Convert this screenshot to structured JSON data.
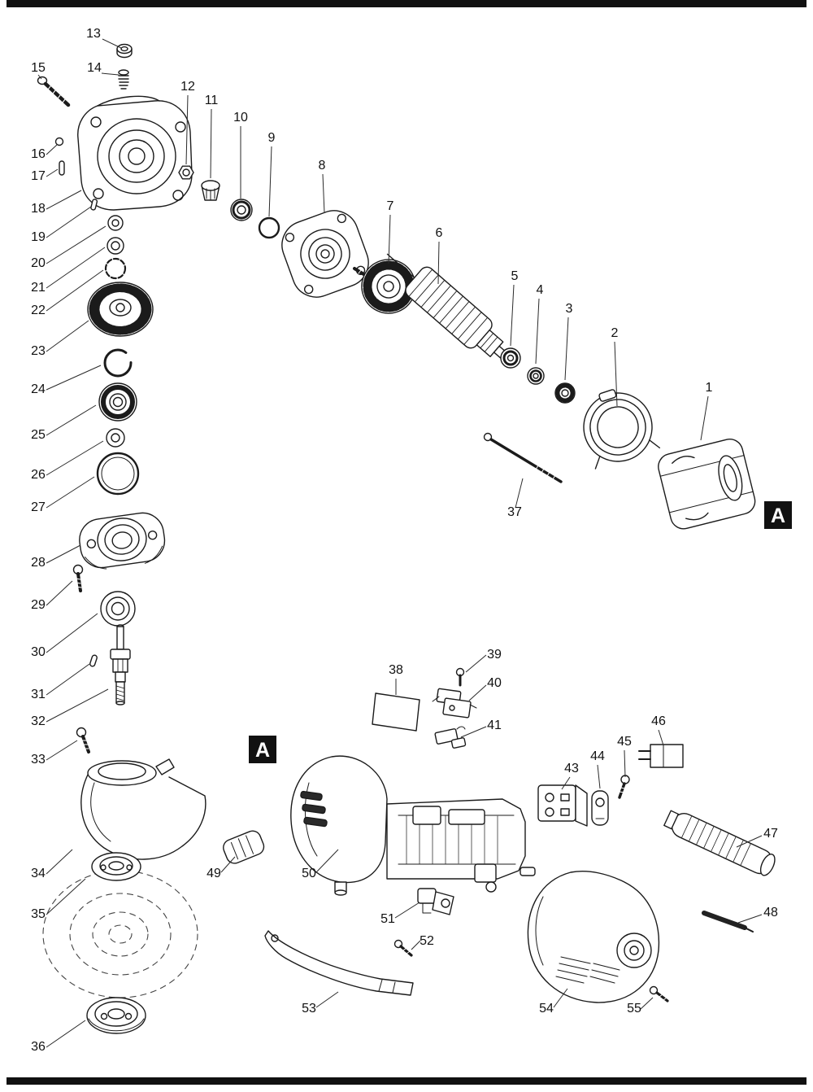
{
  "document": {
    "type": "exploded-parts-diagram",
    "markers": {
      "a1": "A",
      "a2": "A"
    }
  },
  "callouts": {
    "p1": {
      "label": "1"
    },
    "p2": {
      "label": "2"
    },
    "p3": {
      "label": "3"
    },
    "p4": {
      "label": "4"
    },
    "p5": {
      "label": "5"
    },
    "p6": {
      "label": "6"
    },
    "p7": {
      "label": "7"
    },
    "p8": {
      "label": "8"
    },
    "p9": {
      "label": "9"
    },
    "p10": {
      "label": "10"
    },
    "p11": {
      "label": "11"
    },
    "p12": {
      "label": "12"
    },
    "p13": {
      "label": "13"
    },
    "p14": {
      "label": "14"
    },
    "p15": {
      "label": "15"
    },
    "p16": {
      "label": "16"
    },
    "p17": {
      "label": "17"
    },
    "p18": {
      "label": "18"
    },
    "p19": {
      "label": "19"
    },
    "p20": {
      "label": "20"
    },
    "p21": {
      "label": "21"
    },
    "p22": {
      "label": "22"
    },
    "p23": {
      "label": "23"
    },
    "p24": {
      "label": "24"
    },
    "p25": {
      "label": "25"
    },
    "p26": {
      "label": "26"
    },
    "p27": {
      "label": "27"
    },
    "p28": {
      "label": "28"
    },
    "p29": {
      "label": "29"
    },
    "p30": {
      "label": "30"
    },
    "p31": {
      "label": "31"
    },
    "p32": {
      "label": "32"
    },
    "p33": {
      "label": "33"
    },
    "p34": {
      "label": "34"
    },
    "p35": {
      "label": "35"
    },
    "p36": {
      "label": "36"
    },
    "p37": {
      "label": "37"
    },
    "p38": {
      "label": "38"
    },
    "p39": {
      "label": "39"
    },
    "p40": {
      "label": "40"
    },
    "p41": {
      "label": "41"
    },
    "p43": {
      "label": "43"
    },
    "p44": {
      "label": "44"
    },
    "p45": {
      "label": "45"
    },
    "p46": {
      "label": "46"
    },
    "p47": {
      "label": "47"
    },
    "p48": {
      "label": "48"
    },
    "p49": {
      "label": "49"
    },
    "p50": {
      "label": "50"
    },
    "p51": {
      "label": "51"
    },
    "p52": {
      "label": "52"
    },
    "p53": {
      "label": "53"
    },
    "p54": {
      "label": "54"
    },
    "p55": {
      "label": "55"
    }
  }
}
